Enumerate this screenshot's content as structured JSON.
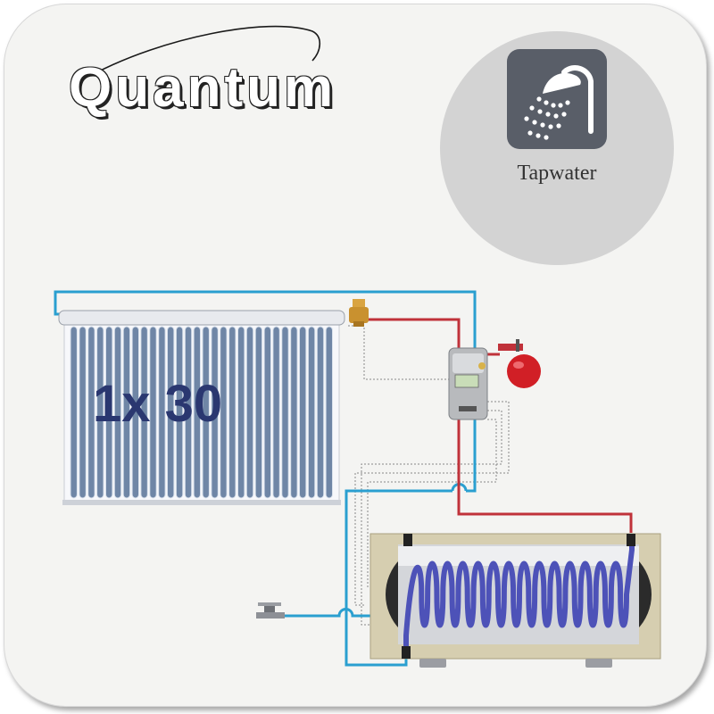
{
  "brand": {
    "name": "Quantum"
  },
  "badge": {
    "label": "Tapwater",
    "icon": "shower-icon"
  },
  "collector": {
    "count_label": "1x 30",
    "tubes": 30
  },
  "colors": {
    "hot_pipe": "#c0323a",
    "cold_pipe": "#2a9fd0",
    "badge_bg": "#d3d3d3",
    "icon_bg": "#595e68",
    "count_text": "#2a3770",
    "coil": "#4d52b8",
    "tank_body": "#cfd0d4",
    "insulation": "#d6ceb0",
    "expansion_vessel": "#d11f26"
  }
}
